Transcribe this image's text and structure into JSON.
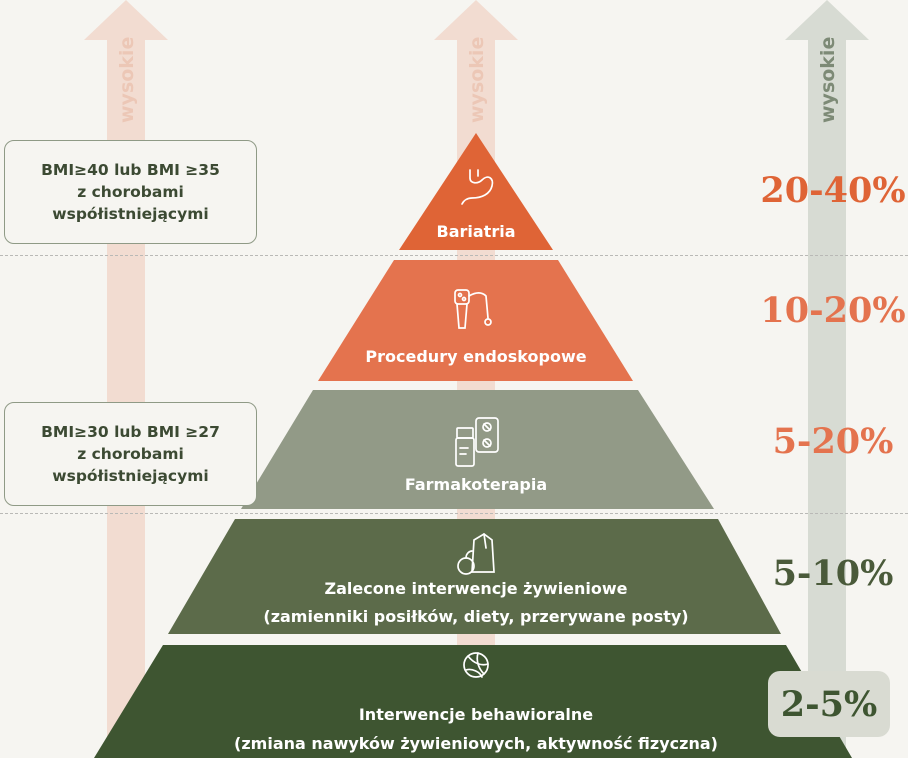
{
  "arrows": [
    {
      "label": "wysokie",
      "color": "#f2dcd1",
      "text_color": "#ecc7b6"
    },
    {
      "label": "wysokie",
      "color": "#f2dcd1",
      "text_color": "#ecc7b6"
    },
    {
      "label": "wysokie",
      "color": "#d7dbd3",
      "text_color": "#7d8a76"
    }
  ],
  "criteria": [
    {
      "lines": [
        "BMI≥40 lub BMI ≥35",
        "z chorobami",
        "współistniejącymi"
      ]
    },
    {
      "lines": [
        "BMI≥30 lub BMI ≥27",
        "z chorobami",
        "współistniejącymi"
      ]
    }
  ],
  "tiers": [
    {
      "title": "Bariatria",
      "subtitle": "",
      "icon": "stomach-icon",
      "color": "#df6436",
      "percent": "20-40%",
      "percent_color": "#df6436",
      "percent_box": false
    },
    {
      "title": "Procedury endoskopowe",
      "subtitle": "",
      "icon": "endoscope-icon",
      "color": "#e4734e",
      "percent": "10-20%",
      "percent_color": "#e4734e",
      "percent_box": false
    },
    {
      "title": "Farmakoterapia",
      "subtitle": "",
      "icon": "pill-box-icon",
      "color": "#929a87",
      "percent": "5-20%",
      "percent_color": "#e4734e",
      "percent_box": false
    },
    {
      "title": "Zalecone interwencje żywieniowe",
      "subtitle": "(zamienniki posiłków, diety, przerywane posty)",
      "icon": "food-bag-icon",
      "color": "#5c6b4a",
      "percent": "5-10%",
      "percent_color": "#4a5a3a",
      "percent_box": false
    },
    {
      "title": "Interwencje behawioralne",
      "subtitle": "(zmiana nawyków żywieniowych, aktywność fizyczna)",
      "icon": "ball-icon",
      "color": "#3e5531",
      "percent": "2-5%",
      "percent_color": "#3e5531",
      "percent_box": true,
      "percent_box_color": "#d9dbd2"
    }
  ]
}
